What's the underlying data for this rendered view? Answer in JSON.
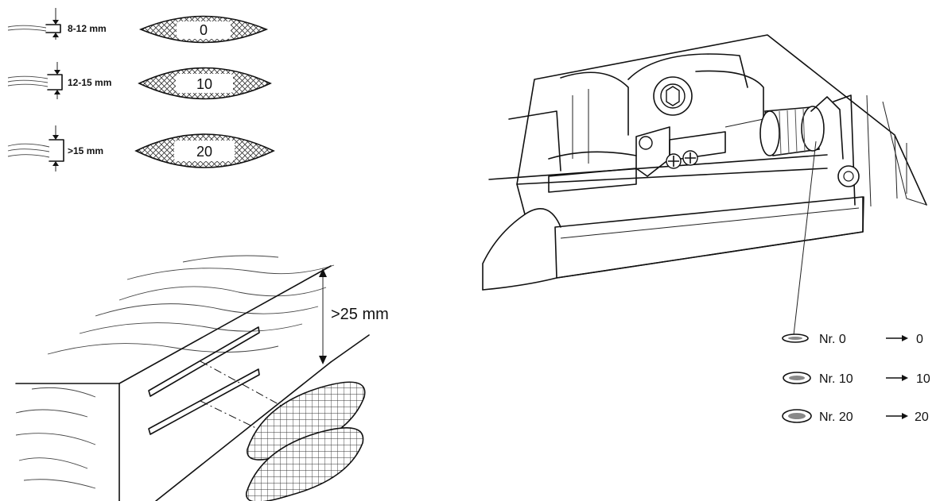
{
  "thickness_chart": {
    "rows": [
      {
        "range": "8-12 mm",
        "size": "0"
      },
      {
        "range": "12-15 mm",
        "size": "10"
      },
      {
        "range": ">15 mm",
        "size": "20"
      }
    ]
  },
  "joint_figure": {
    "min_thickness": ">25 mm"
  },
  "depth_legend": {
    "rows": [
      {
        "label": "Nr. 0",
        "setting": "0"
      },
      {
        "label": "Nr. 10",
        "setting": "10"
      },
      {
        "label": "Nr. 20",
        "setting": "20"
      }
    ]
  }
}
